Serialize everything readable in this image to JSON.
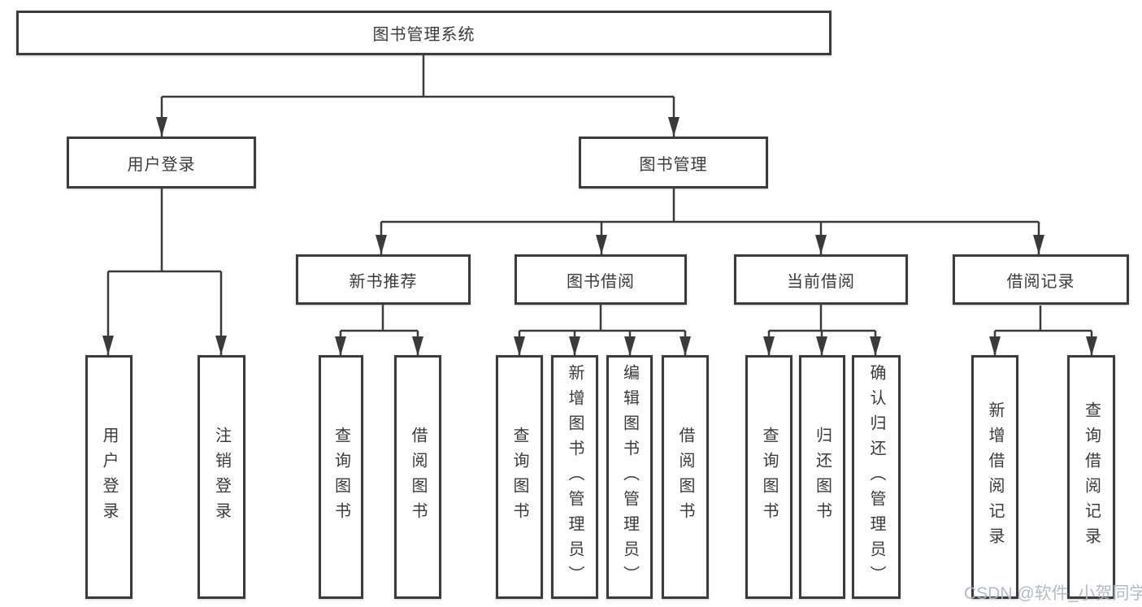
{
  "tree": {
    "label": "图书管理系统",
    "children": [
      {
        "label": "用户登录",
        "children": [
          {
            "label": "用户登录"
          },
          {
            "label": "注销登录"
          }
        ]
      },
      {
        "label": "图书管理",
        "children": [
          {
            "label": "新书推荐",
            "children": [
              {
                "label": "查询图书"
              },
              {
                "label": "借阅图书"
              }
            ]
          },
          {
            "label": "图书借阅",
            "children": [
              {
                "label": "查询图书"
              },
              {
                "label": "新增图书（管理员）"
              },
              {
                "label": "编辑图书（管理员）"
              },
              {
                "label": "借阅图书"
              }
            ]
          },
          {
            "label": "当前借阅",
            "children": [
              {
                "label": "查询图书"
              },
              {
                "label": "归还图书"
              },
              {
                "label": "确认归还（管理员）"
              }
            ]
          },
          {
            "label": "借阅记录",
            "children": [
              {
                "label": "新增借阅记录"
              },
              {
                "label": "查询借阅记录"
              }
            ]
          }
        ]
      }
    ]
  },
  "watermark": {
    "text": "CSDN @软件_小贺同学"
  },
  "colors": {
    "line": "#3a3a3a",
    "border": "#3c3c3c",
    "text": "#3a3a3a",
    "background": "#ffffff",
    "watermark": "#b1b7c0"
  }
}
